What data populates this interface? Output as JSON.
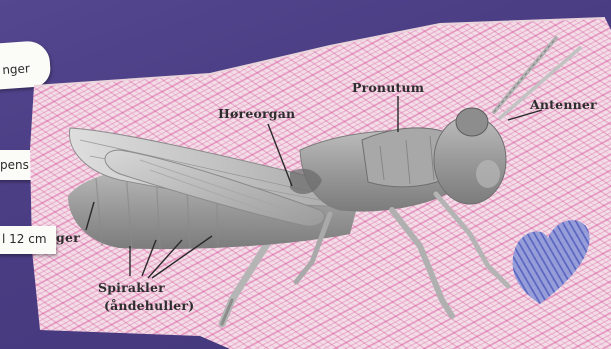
{
  "sidenotes": {
    "note1": "nger",
    "note2": "pens",
    "note3": "l 12 cm"
  },
  "labels": {
    "pronutum": "Pronutum",
    "horeorgan": "Høreorgan",
    "antenner": "Antenner",
    "ger": "ger",
    "spirakler": "Spirakler",
    "andehuller": "(åndehuller)"
  },
  "colors": {
    "board": "#4b3f86",
    "paper": "#f2dde6",
    "crayon_pink": "#d23f93",
    "crayon_blue": "#3f55c4",
    "insect": "#9c9c9c"
  }
}
